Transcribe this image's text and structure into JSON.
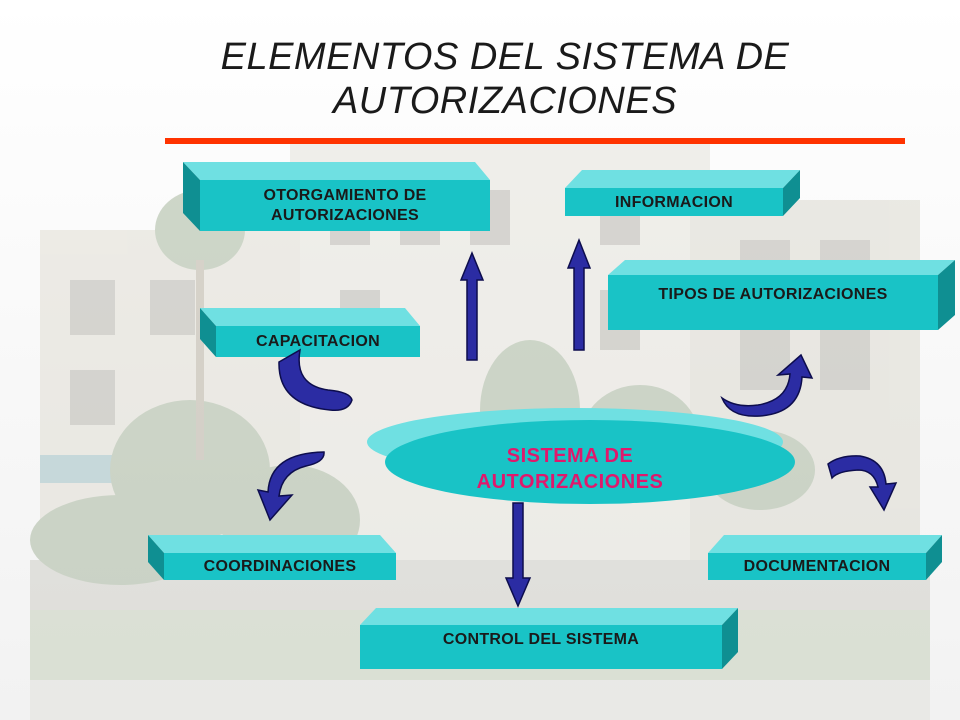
{
  "title": {
    "line1": "ELEMENTOS DEL SISTEMA DE",
    "line2": "AUTORIZACIONES"
  },
  "center": {
    "line1": "SISTEMA DE",
    "line2": "AUTORIZACIONES"
  },
  "boxes": {
    "otorgamiento_line1": "OTORGAMIENTO DE",
    "otorgamiento_line2": "AUTORIZACIONES",
    "informacion": "INFORMACION",
    "tipos": "TIPOS  DE AUTORIZACIONES",
    "capacitacion": "CAPACITACION",
    "coordinaciones": "COORDINACIONES",
    "documentacion": "DOCUMENTACION",
    "control": "CONTROL  DEL  SISTEMA"
  },
  "colors": {
    "box_face": "#19c3c6",
    "box_side": "#0f8f92",
    "box_top": "#6fe0e2",
    "arrow_fill": "#2b2ca3",
    "arrow_stroke": "#0d0d4d",
    "title_underline": "#ff3300",
    "center_text": "#e0186c"
  }
}
